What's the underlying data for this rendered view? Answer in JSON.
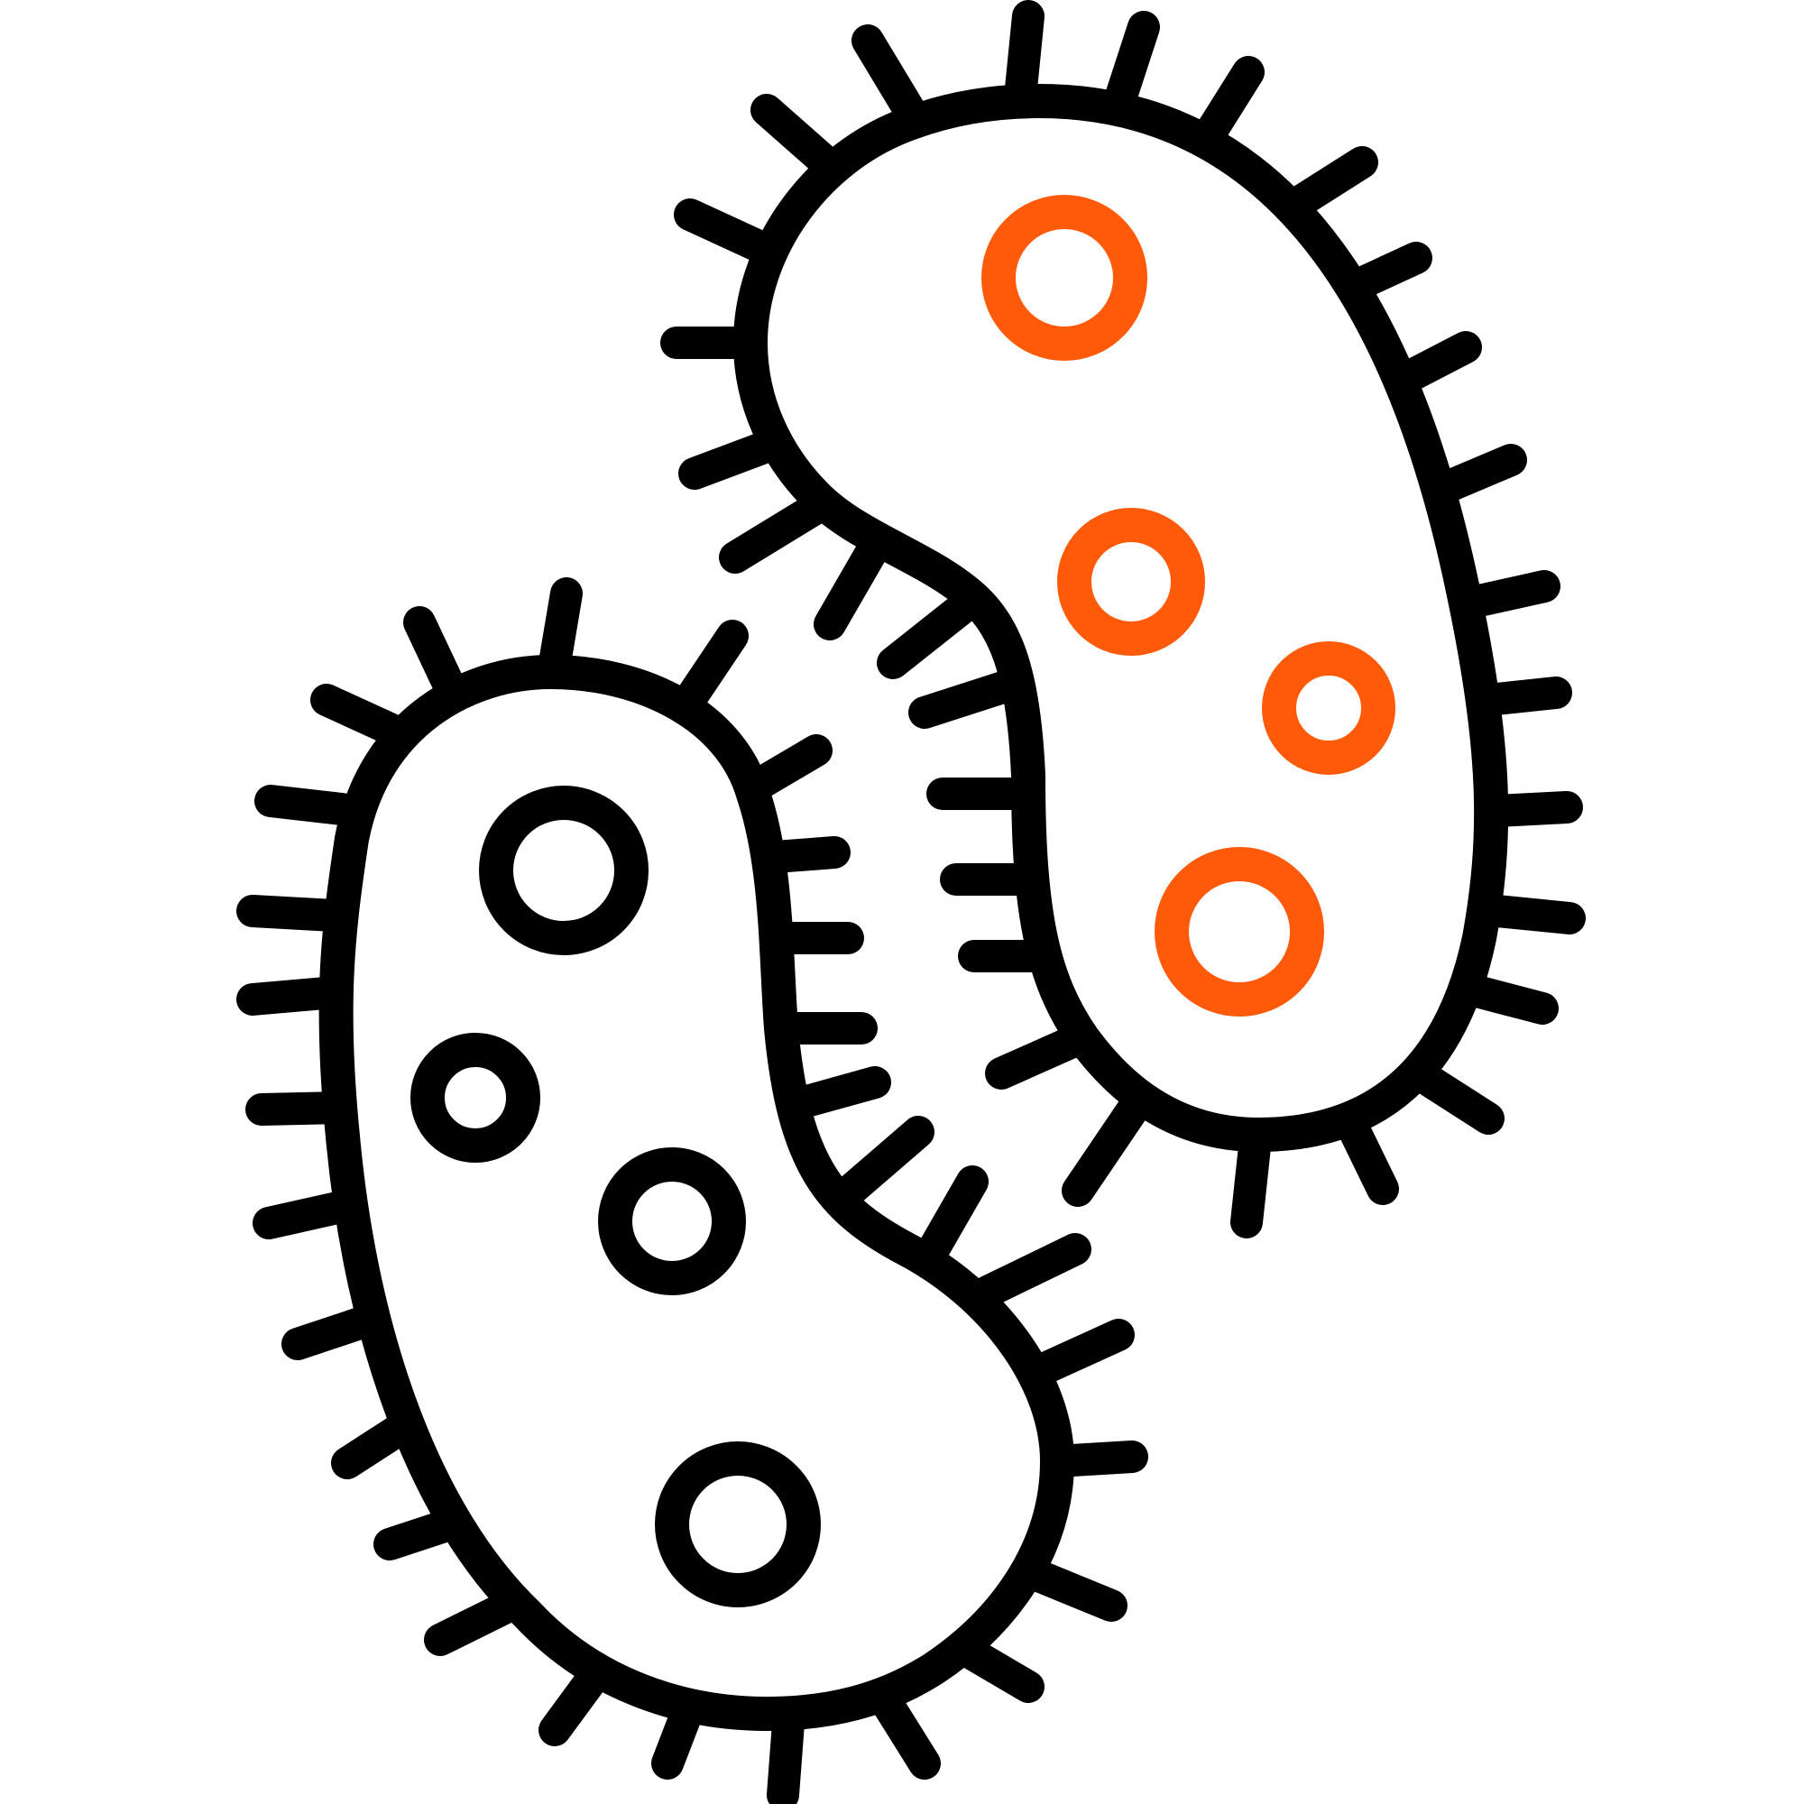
{
  "icon": {
    "name": "bacteria-icon",
    "cells": [
      {
        "name": "bacterium-back",
        "organelle_count": 4
      },
      {
        "name": "bacterium-front",
        "organelle_count": 4
      }
    ]
  },
  "colors": {
    "background": "#ffffff",
    "outline": "#000000",
    "accent": "#ff5a0a"
  }
}
